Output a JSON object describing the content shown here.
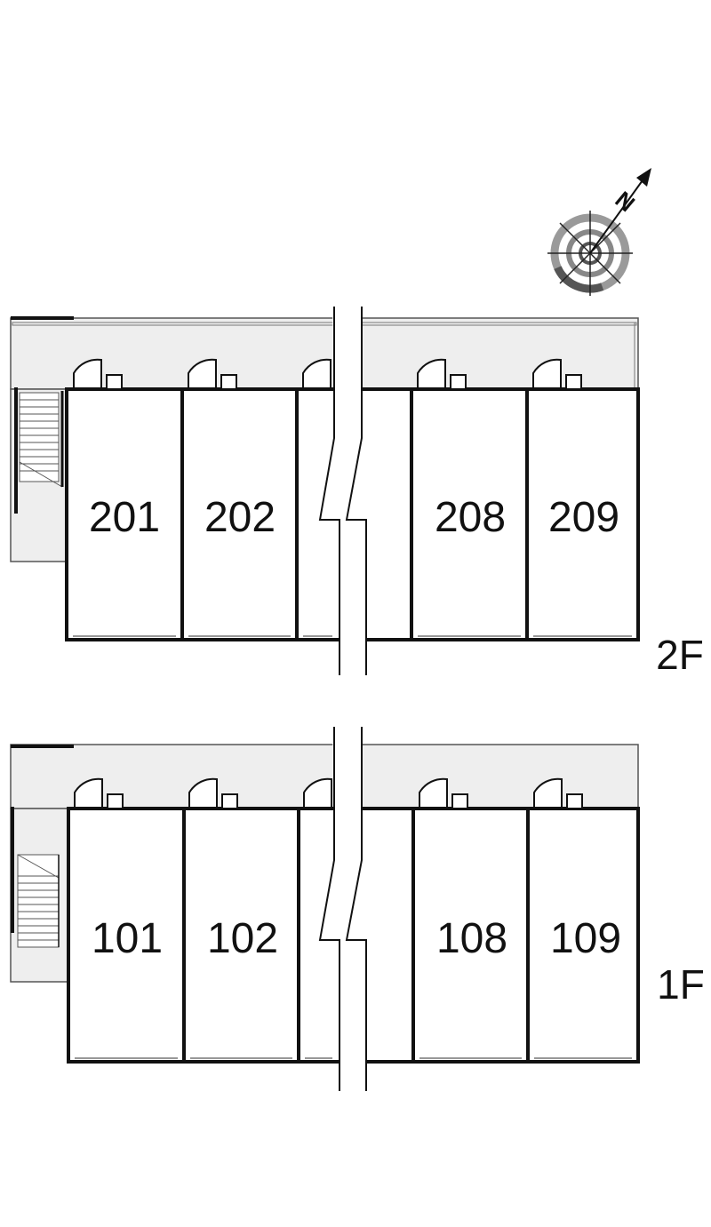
{
  "compass": {
    "north_label": "N",
    "rotation_deg": 40
  },
  "floors": [
    {
      "label": "2F",
      "units": [
        "201",
        "202",
        "",
        "208",
        "209"
      ]
    },
    {
      "label": "1F",
      "units": [
        "101",
        "102",
        "",
        "108",
        "109"
      ]
    }
  ],
  "colors": {
    "corridor": "#eeeeee",
    "wall": "#111111",
    "line": "#555555"
  }
}
